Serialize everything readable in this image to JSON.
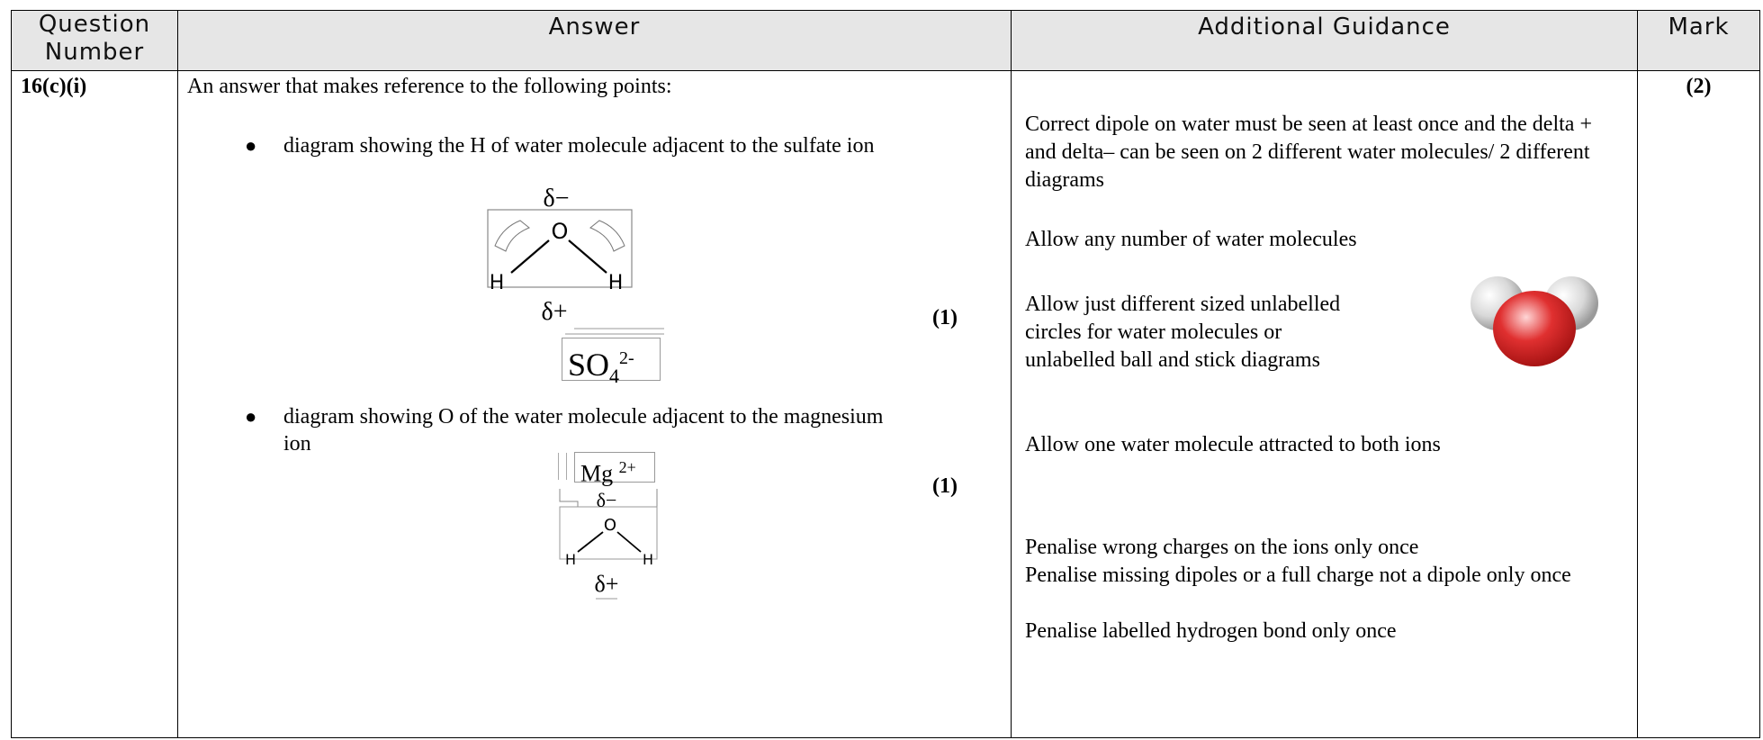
{
  "header": {
    "question_number": "Question Number",
    "answer": "Answer",
    "additional_guidance": "Additional Guidance",
    "mark": "Mark"
  },
  "row": {
    "question_number": "16(c)(i)",
    "mark": "(2)",
    "answer": {
      "intro": "An answer that makes reference to the following points:",
      "bullet1": "diagram showing the H of water molecule adjacent to the sulfate ion",
      "bullet1_mark": "(1)",
      "bullet2": "diagram showing O of the water molecule adjacent to the magnesium ion",
      "bullet2_mark": "(1)",
      "diagram1": {
        "delta_minus": "δ−",
        "oxygen": "O",
        "hydrogen_left": "H",
        "hydrogen_right": "H",
        "delta_plus": "δ+",
        "ion": "SO",
        "ion_sub": "4",
        "ion_charge": "2-"
      },
      "diagram2": {
        "ion": "Mg",
        "ion_charge": "2+",
        "delta_minus": "δ−",
        "oxygen": "O",
        "hydrogen_left": "H",
        "hydrogen_right": "H",
        "delta_plus": "δ+"
      }
    },
    "guidance": {
      "g1": "Correct dipole on water must be seen at least once and the delta + and delta– can be seen on 2 different water molecules/ 2 different diagrams",
      "g2": "Allow any number of water molecules",
      "g3": "Allow just different sized unlabelled circles for water molecules or unlabelled ball and stick diagrams",
      "g4": "Allow one water molecule attracted to both ions",
      "g5": "Penalise wrong charges on the ions only once",
      "g6": "Penalise missing dipoles or a full charge not a dipole only once",
      "g7": "Penalise labelled hydrogen bond only once"
    }
  },
  "colors": {
    "header_bg": "#e6e6e6",
    "oxygen_red": "#e03030",
    "hydrogen_grey": "#d8d8d8"
  }
}
